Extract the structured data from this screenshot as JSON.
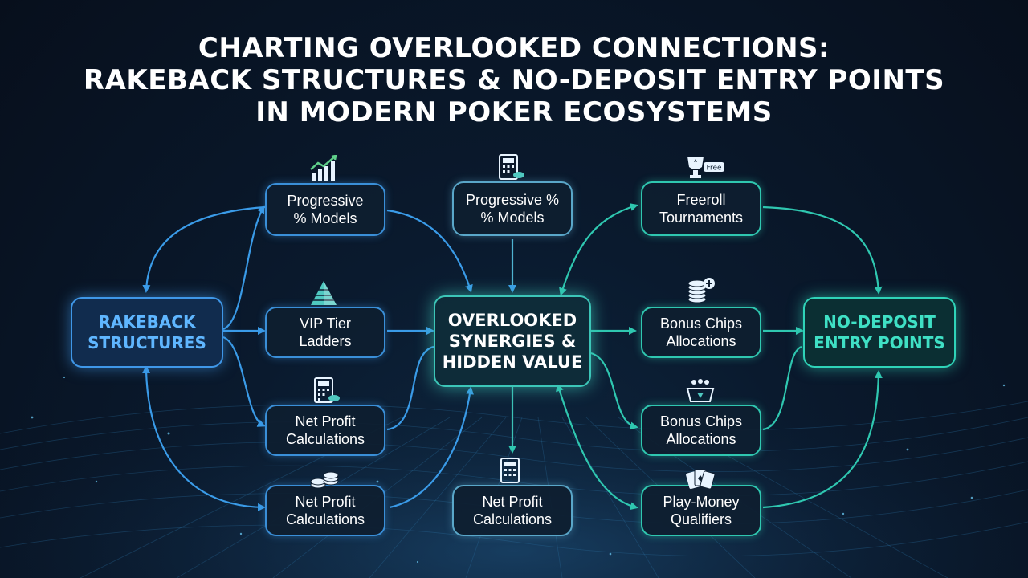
{
  "title": {
    "line1": "CHARTING OVERLOOKED CONNECTIONS:",
    "line2": "RAKEBACK STRUCTURES & NO-DEPOSIT ENTRY POINTS",
    "line3": "IN MODERN POKER ECOSYSTEMS"
  },
  "hubs": {
    "rakeback": "RAKEBACK\nSTRUCTURES",
    "center": "OVERLOOKED\nSYNERGIES &\nHIDDEN VALUE",
    "nodeposit": "NO-DEPOSIT\nENTRY POINTS"
  },
  "left_column": [
    {
      "label": "Progressive\n% Models",
      "icon": "trend-chart-icon"
    },
    {
      "label": "VIP Tier\nLadders",
      "icon": "pyramid-icon"
    },
    {
      "label": "Net Profit\nCalculations",
      "icon": "calculator-icon"
    },
    {
      "label": "Net Profit\nCalculations",
      "icon": "chip-stack-icon"
    }
  ],
  "middle_column": [
    {
      "label": "Progressive %\n% Models",
      "icon": "calculator-icon"
    },
    {
      "label": "Net Profit\nCalculations",
      "icon": "calculator-icon"
    }
  ],
  "right_column": [
    {
      "label": "Freeroll\nTournaments",
      "icon": "trophy-free-icon",
      "badge": "Free"
    },
    {
      "label": "Bonus Chips\nAllocations",
      "icon": "chip-plus-icon"
    },
    {
      "label": "Bonus Chips\nAllocations",
      "icon": "tray-icon"
    },
    {
      "label": "Play-Money\nQualifiers",
      "icon": "playing-cards-icon"
    }
  ],
  "colors": {
    "blue": "#3a8fd8",
    "teal": "#2fc7b0",
    "background": "#0a1a2e"
  }
}
